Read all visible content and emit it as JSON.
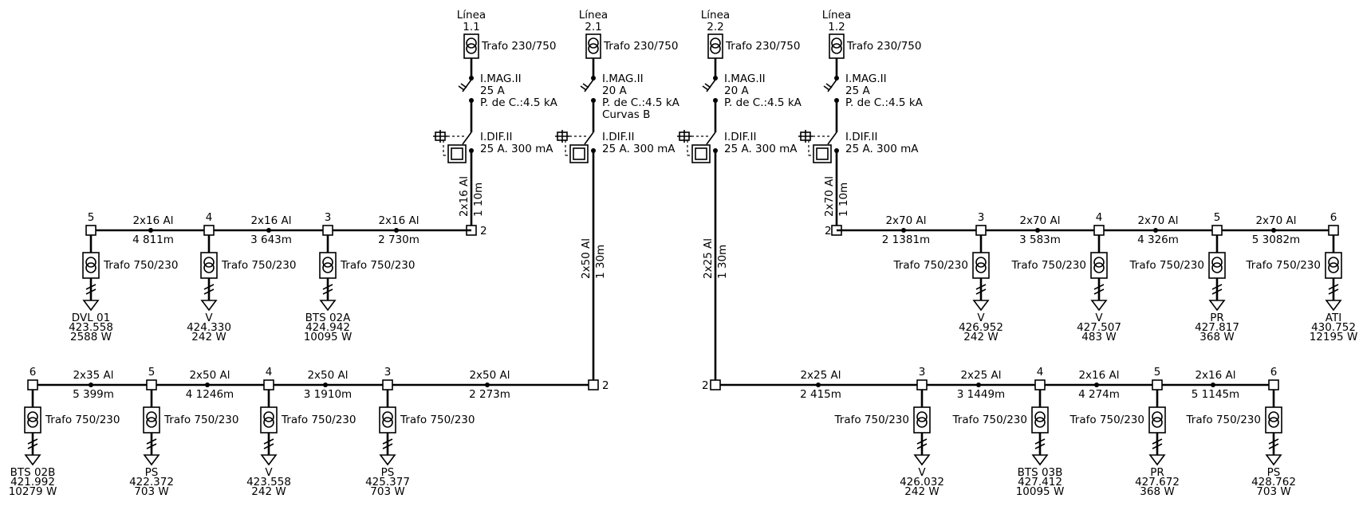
{
  "feeders": [
    {
      "line": "Línea",
      "id": "1.1",
      "trafo": "Trafo 230/750",
      "mag": [
        "I.MAG.II",
        "25 A",
        "P. de C.:4.5 kA"
      ],
      "dif": [
        "I.DIF.II",
        "25 A. 300 mA"
      ],
      "riser_cable": "2x16 Al",
      "riser_len": "1 10m",
      "start_node": "2"
    },
    {
      "line": "Línea",
      "id": "2.1",
      "trafo": "Trafo 230/750",
      "mag": [
        "I.MAG.II",
        "20 A",
        "P. de C.:4.5 kA",
        "Curvas B"
      ],
      "dif": [
        "I.DIF.II",
        "25 A. 300 mA"
      ],
      "riser_cable": "2x50 Al",
      "riser_len": "1 30m",
      "start_node": "2"
    },
    {
      "line": "Línea",
      "id": "2.2",
      "trafo": "Trafo 230/750",
      "mag": [
        "I.MAG.II",
        "20 A",
        "P. de C.:4.5 kA"
      ],
      "dif": [
        "I.DIF.II",
        "25 A. 300 mA"
      ],
      "riser_cable": "2x25 Al",
      "riser_len": "1 30m",
      "start_node": "2"
    },
    {
      "line": "Línea",
      "id": "1.2",
      "trafo": "Trafo 230/750",
      "mag": [
        "I.MAG.II",
        "25 A",
        "P. de C.:4.5 kA"
      ],
      "dif": [
        "I.DIF.II",
        "25 A. 300 mA"
      ],
      "riser_cable": "2x70 Al",
      "riser_len": "1 10m",
      "start_node": "2"
    }
  ],
  "segments_1_1": [
    {
      "cable": "2x16 Al",
      "len": "4 811m"
    },
    {
      "cable": "2x16 Al",
      "len": "3 643m"
    },
    {
      "cable": "2x16 Al",
      "len": "2 730m"
    }
  ],
  "segments_1_2": [
    {
      "cable": "2x70 Al",
      "len": "2 1381m"
    },
    {
      "cable": "2x70 Al",
      "len": "3 583m"
    },
    {
      "cable": "2x70 Al",
      "len": "4 326m"
    },
    {
      "cable": "2x70 Al",
      "len": "5 3082m"
    }
  ],
  "segments_2_1": [
    {
      "cable": "2x35 Al",
      "len": "5 399m"
    },
    {
      "cable": "2x50 Al",
      "len": "4 1246m"
    },
    {
      "cable": "2x50 Al",
      "len": "3 1910m"
    },
    {
      "cable": "2x50 Al",
      "len": "2 273m"
    }
  ],
  "segments_2_2": [
    {
      "cable": "2x25 Al",
      "len": "2 415m"
    },
    {
      "cable": "2x25 Al",
      "len": "3 1449m"
    },
    {
      "cable": "2x16 Al",
      "len": "4 274m"
    },
    {
      "cable": "2x16 Al",
      "len": "5 1145m"
    }
  ],
  "loads_1_1": [
    {
      "node": "5",
      "trafo": "Trafo 750/230",
      "name": "DVL 01",
      "volt": "423.558",
      "power": "2588 W"
    },
    {
      "node": "4",
      "trafo": "Trafo 750/230",
      "name": "V",
      "volt": "424.330",
      "power": "242 W"
    },
    {
      "node": "3",
      "trafo": "Trafo 750/230",
      "name": "BTS 02A",
      "volt": "424.942",
      "power": "10095 W"
    }
  ],
  "loads_1_2": [
    {
      "node": "3",
      "trafo": "Trafo 750/230",
      "name": "V",
      "volt": "426.952",
      "power": "242 W"
    },
    {
      "node": "4",
      "trafo": "Trafo 750/230",
      "name": "V",
      "volt": "427.507",
      "power": "483 W"
    },
    {
      "node": "5",
      "trafo": "Trafo 750/230",
      "name": "PR",
      "volt": "427.817",
      "power": "368 W"
    },
    {
      "node": "6",
      "trafo": "Trafo 750/230",
      "name": "ATI",
      "volt": "430.752",
      "power": "12195 W"
    }
  ],
  "loads_2_1": [
    {
      "node": "6",
      "trafo": "Trafo 750/230",
      "name": "BTS 02B",
      "volt": "421.992",
      "power": "10279 W"
    },
    {
      "node": "5",
      "trafo": "Trafo 750/230",
      "name": "PS",
      "volt": "422.372",
      "power": "703 W"
    },
    {
      "node": "4",
      "trafo": "Trafo 750/230",
      "name": "V",
      "volt": "423.558",
      "power": "242 W"
    },
    {
      "node": "3",
      "trafo": "Trafo 750/230",
      "name": "PS",
      "volt": "425.377",
      "power": "703 W"
    }
  ],
  "loads_2_2": [
    {
      "node": "3",
      "trafo": "Trafo 750/230",
      "name": "V",
      "volt": "426.032",
      "power": "242 W"
    },
    {
      "node": "4",
      "trafo": "Trafo 750/230",
      "name": "BTS 03B",
      "volt": "427.412",
      "power": "10095 W"
    },
    {
      "node": "5",
      "trafo": "Trafo 750/230",
      "name": "PR",
      "volt": "427.672",
      "power": "368 W"
    },
    {
      "node": "6",
      "trafo": "Trafo 750/230",
      "name": "PS",
      "volt": "428.762",
      "power": "703 W"
    }
  ],
  "end_node_2_1": "2",
  "end_node_2_2": "2"
}
